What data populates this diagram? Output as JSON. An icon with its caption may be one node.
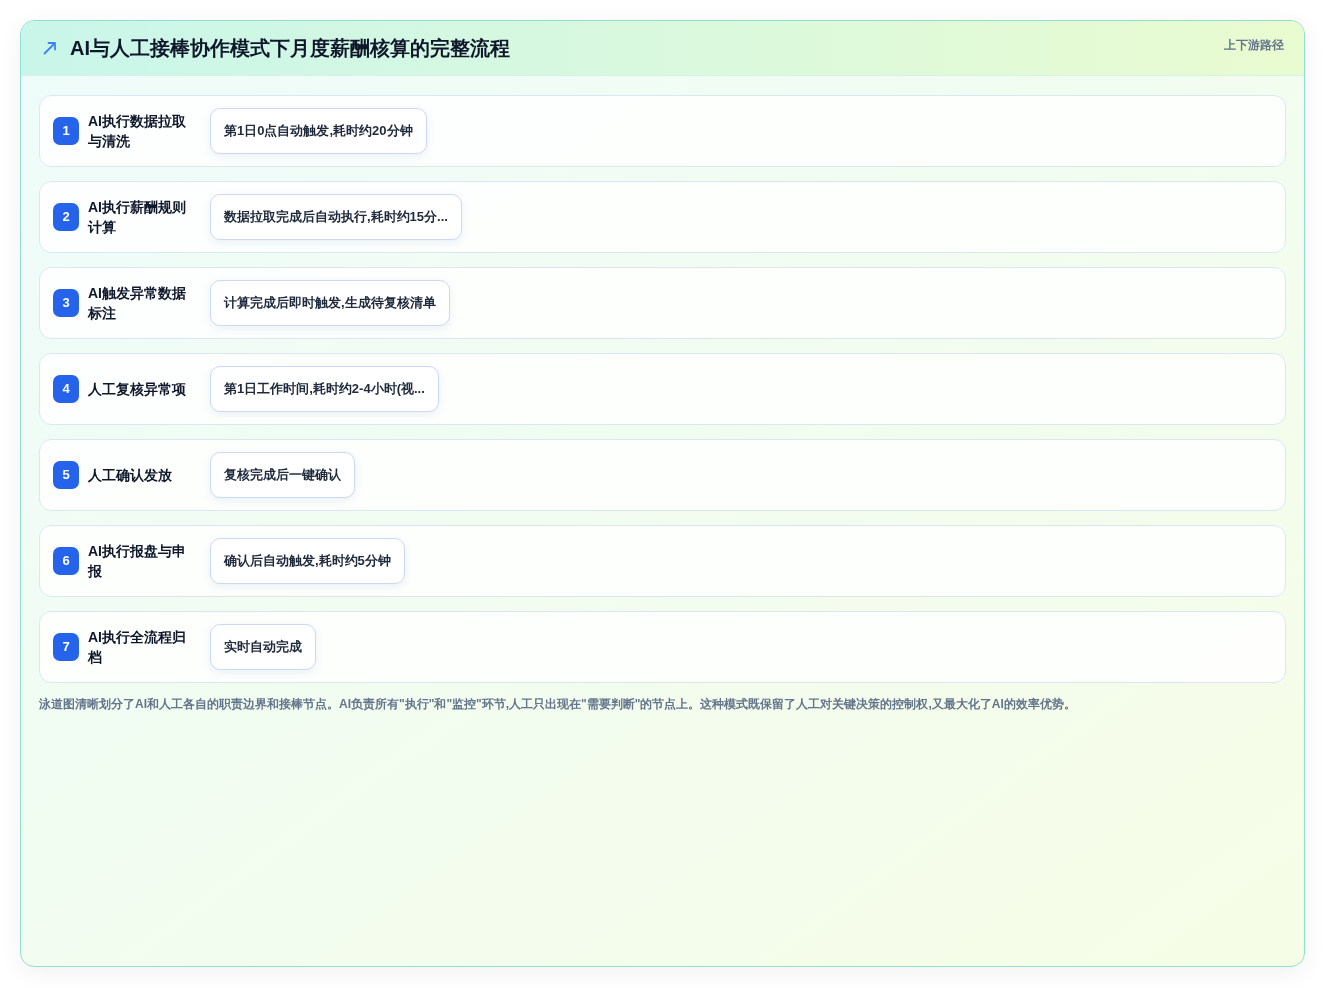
{
  "diagram": {
    "title": "AI与人工接棒协作模式下月度薪酬核算的完整流程",
    "caption": "泳道图清晰划分了AI和人工各自的职责边界和接棒节点。AI负责所有\"执行\"和\"监控\"环节,人工只出现在\"需要判断\"的节点上。这种模式既保留了人工对关键决策的控制权,又最大化了AI的效率优势。",
    "nodes": [
      {
        "text": [
          "AI执行数据拉取与清洗"
        ]
      },
      {
        "text": [
          "1"
        ],
        "in": 0
      },
      {
        "text": [
          "第1日0点自动触发,耗时约20分钟"
        ],
        "in": 0
      },
      {
        "text": [
          "AI执行薪酬规则计算"
        ]
      },
      {
        "text": [
          "2"
        ],
        "in": 3
      },
      {
        "text": [
          "数据拉取完成后自动执行,耗时约15分..."
        ],
        "in": 3
      },
      {
        "text": [
          "AI触发异常数据标注"
        ]
      },
      {
        "text": [
          "3"
        ],
        "in": 6
      },
      {
        "text": [
          "计算完成后即时触发,生成待复核清单"
        ],
        "in": 6
      },
      {
        "text": [
          "人工复核异常项"
        ]
      },
      {
        "text": [
          "4"
        ],
        "in": 9
      },
      {
        "text": [
          "第1日工作时间,耗时约2-4小时(视..."
        ],
        "in": 9
      },
      {
        "text": [
          "人工确认发放"
        ]
      },
      {
        "text": [
          "5"
        ],
        "in": 12
      },
      {
        "text": [
          "复核完成后一键确认"
        ],
        "in": 12
      },
      {
        "text": [
          "AI执行报盘与申报"
        ]
      },
      {
        "text": [
          "6"
        ],
        "in": 15
      },
      {
        "text": [
          "确认后自动触发,耗时约5分钟"
        ],
        "in": 15
      },
      {
        "text": [
          "AI执行全流程归档"
        ]
      },
      {
        "text": [
          "7"
        ],
        "in": 18
      },
      {
        "text": [
          "实时自动完成"
        ],
        "in": 18
      }
    ],
    "labels": [
      "上下游路径"
    ]
  }
}
